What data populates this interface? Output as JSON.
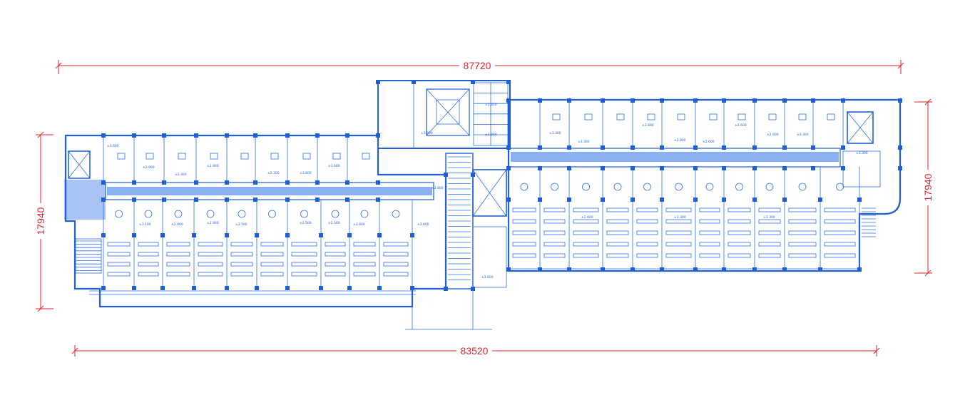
{
  "dimensions": {
    "top_width": "87720",
    "bottom_width": "83520",
    "left_height": "17940",
    "right_height": "17940"
  },
  "colors": {
    "dimension": "#e0262b",
    "plan_lines": "#1f5fd6",
    "background": "#ffffff"
  },
  "elevation_labels": {
    "left_wing": [
      "±3.600",
      "±2.900",
      "±2.300",
      "±2.900",
      "±2.300",
      "±3.600",
      "±3.600",
      "±3.100",
      "±2.900",
      "±2.900",
      "±2.500",
      "±2.500",
      "±2.500",
      "±3.600",
      "±3.600"
    ],
    "right_wing": [
      "±3.300",
      "±3.300",
      "±2.800",
      "±2.800",
      "±2.600",
      "±2.600",
      "±2.600",
      "±2.600",
      "±3.300",
      "±3.300",
      "±3.300",
      "±3.300"
    ],
    "core": [
      "±3.800",
      "±2.850",
      "±2.900",
      "±3.600",
      "±2.800"
    ]
  }
}
